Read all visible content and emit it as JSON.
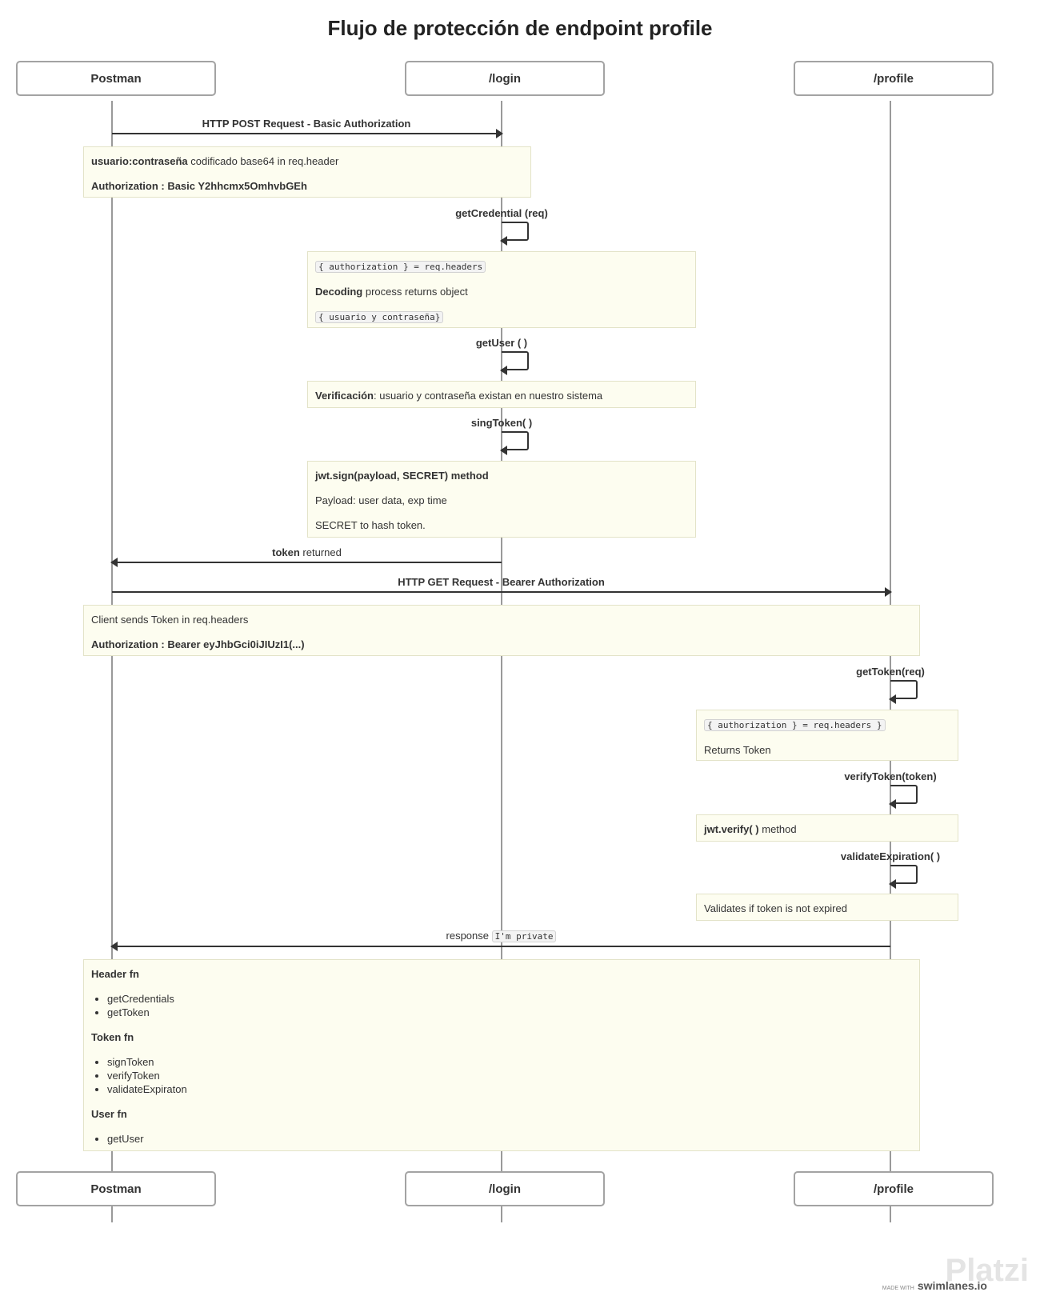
{
  "title": "Flujo de protección de endpoint profile",
  "participants": {
    "postman": "Postman",
    "login": "/login",
    "profile": "/profile"
  },
  "messages": {
    "post_request": "HTTP POST Request - Basic Authorization",
    "get_credential": "getCredential (req)",
    "get_user": "getUser ( )",
    "sing_token": "singToken( )",
    "token_returned_bold": "token",
    "token_returned_rest": " returned",
    "get_request": "HTTP GET Request - Bearer Authorization",
    "get_token": "getToken(req)",
    "verify_token": "verifyToken(token)",
    "validate_expiration": "validateExpiration( )",
    "response_prefix": "response ",
    "response_code": "I'm private"
  },
  "notes": {
    "n1": {
      "l1_bold": "usuario:contraseña",
      "l1_rest": " codificado base64 in req.header",
      "l2": "Authorization : Basic Y2hhcmx5OmhvbGEh"
    },
    "n2": {
      "code1": "{ authorization } = req.headers",
      "l2_bold": "Decoding",
      "l2_rest": " process returns object",
      "code2": "{ usuario y contraseña}"
    },
    "n3": {
      "bold": "Verificación",
      "rest": ": usuario y contraseña existan en nuestro sistema"
    },
    "n4": {
      "l1": "jwt.sign(payload, SECRET) method",
      "l2": "Payload: user data, exp time",
      "l3": "SECRET to hash token."
    },
    "n5": {
      "l1": "Client sends Token in req.headers",
      "l2": "Authorization : Bearer eyJhbGci0iJIUzI1(...)"
    },
    "n6": {
      "code": "{ authorization } = req.headers }",
      "l2": "Returns Token"
    },
    "n7": {
      "bold": "jwt.verify( )",
      "rest": " method"
    },
    "n8": {
      "l1": "Validates if token is not expired"
    },
    "n9": {
      "h1": "Header fn",
      "list1": [
        "getCredentials",
        "getToken"
      ],
      "h2": "Token fn",
      "list2": [
        "signToken",
        "verifyToken",
        "validateExpiraton"
      ],
      "h3": "User fn",
      "list3": [
        "getUser"
      ]
    }
  },
  "footer": {
    "made_with": "MADE WITH",
    "brand": "swimlanes.io",
    "watermark": "Platzi"
  }
}
